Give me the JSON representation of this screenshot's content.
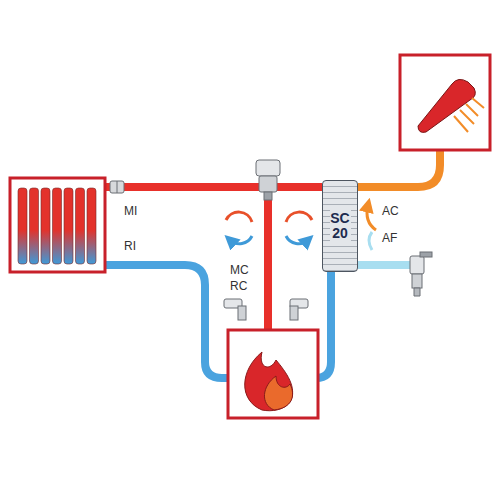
{
  "diagram": {
    "nodes": [
      {
        "text": [
          "SC 20"
        ]
      }
    ],
    "labels": [
      "MI",
      "RI",
      "MC",
      "RC",
      "AC",
      "AF"
    ]
  }
}
